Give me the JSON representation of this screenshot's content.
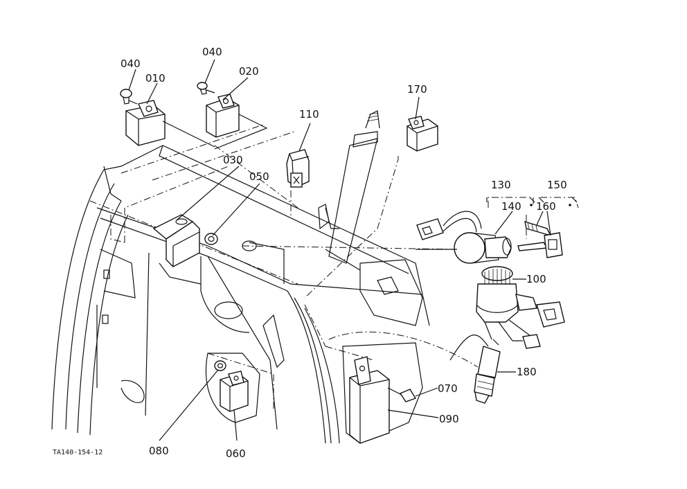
{
  "drawing_code": "TA140-154-12",
  "labels": {
    "p010": "010",
    "p020": "020",
    "p030": "030",
    "p040a": "040",
    "p040b": "040",
    "p050": "050",
    "p060": "060",
    "p070": "070",
    "p080": "080",
    "p090": "090",
    "p100": "100",
    "p110": "110",
    "p130": "130",
    "p140": "140",
    "p150": "150",
    "p160": "160",
    "p170": "170",
    "p180": "180"
  }
}
